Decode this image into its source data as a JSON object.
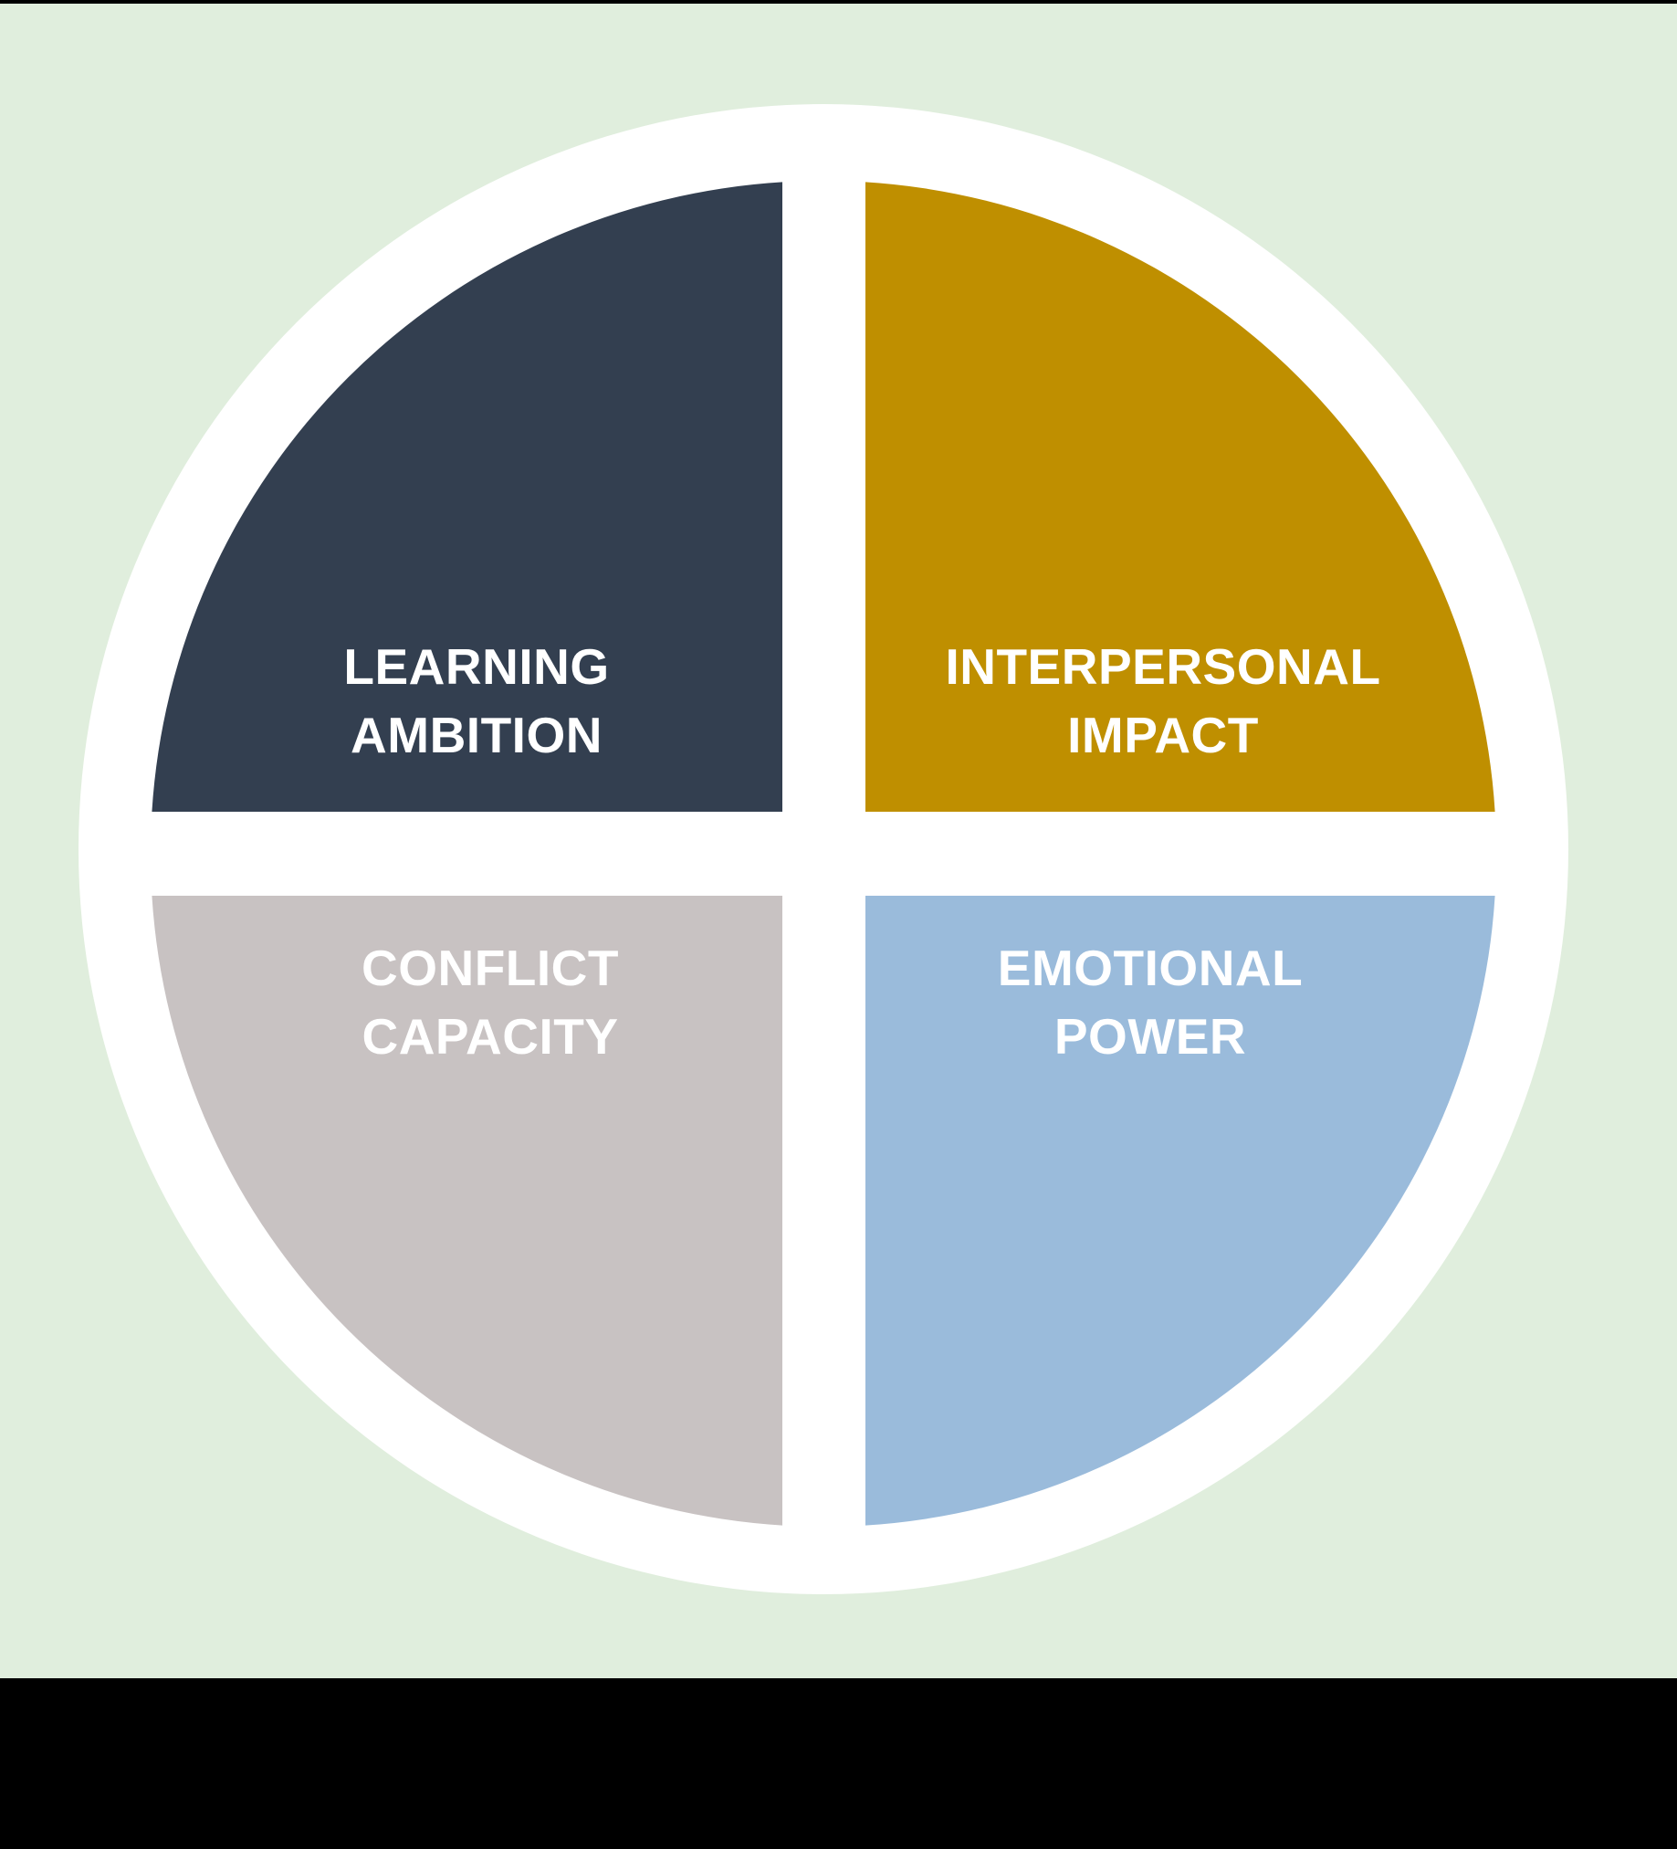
{
  "page": {
    "background_color": "#E0EEDD",
    "top_strip_color": "#000000",
    "bottom_bar_color": "#000000"
  },
  "diagram": {
    "type": "four-quadrant-circle",
    "ring_color": "#FFFFFF",
    "quadrants": [
      {
        "id": "learning-ambition",
        "label": "LEARNING\nAMBITION",
        "color": "#333F50",
        "text_color": "#FFFFFF",
        "position": "top-left"
      },
      {
        "id": "interpersonal-impact",
        "label": "INTERPERSONAL\nIMPACT",
        "color": "#BF8F00",
        "text_color": "#FFFFFF",
        "position": "top-right"
      },
      {
        "id": "conflict-capacity",
        "label": "CONFLICT\nCAPACITY",
        "color": "#C8C2C2",
        "text_color": "#FFFFFF",
        "position": "bottom-left"
      },
      {
        "id": "emotional-power",
        "label": "EMOTIONAL\nPOWER",
        "color": "#9ABBDB",
        "text_color": "#FFFFFF",
        "position": "bottom-right"
      }
    ]
  }
}
